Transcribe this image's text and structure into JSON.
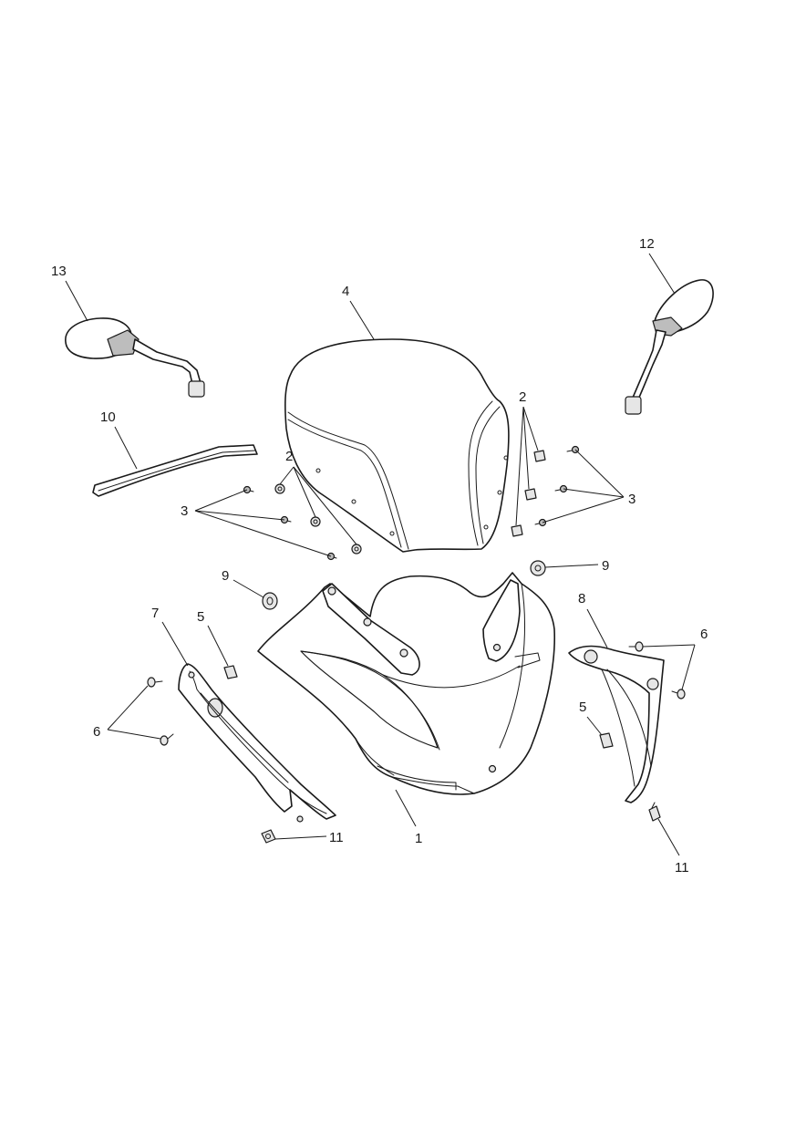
{
  "callouts": {
    "c1": "1",
    "c2a": "2",
    "c2b": "2",
    "c3a": "3",
    "c3b": "3",
    "c4": "4",
    "c5a": "5",
    "c5b": "5",
    "c6a": "6",
    "c6b": "6",
    "c7": "7",
    "c8": "8",
    "c9a": "9",
    "c9b": "9",
    "c10": "10",
    "c11a": "11",
    "c11b": "11",
    "c12": "12",
    "c13": "13"
  }
}
